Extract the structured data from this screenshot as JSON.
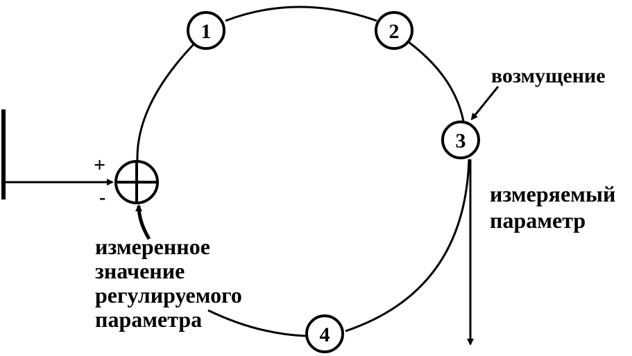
{
  "nodes": [
    {
      "id": "1",
      "label": "1"
    },
    {
      "id": "2",
      "label": "2"
    },
    {
      "id": "3",
      "label": "3"
    },
    {
      "id": "4",
      "label": "4"
    }
  ],
  "summing_junction": {
    "plus_sign": "+",
    "minus_sign": "-"
  },
  "labels": {
    "disturbance": "возмущение",
    "measured_param_line1": "измеряемый",
    "measured_param_line2": "параметр",
    "feedback_line1": "измеренное",
    "feedback_line2": "значение",
    "feedback_line3": "регулируемого",
    "feedback_line4": "параметра"
  },
  "colors": {
    "ink": "#000000",
    "background": "#ffffff"
  }
}
